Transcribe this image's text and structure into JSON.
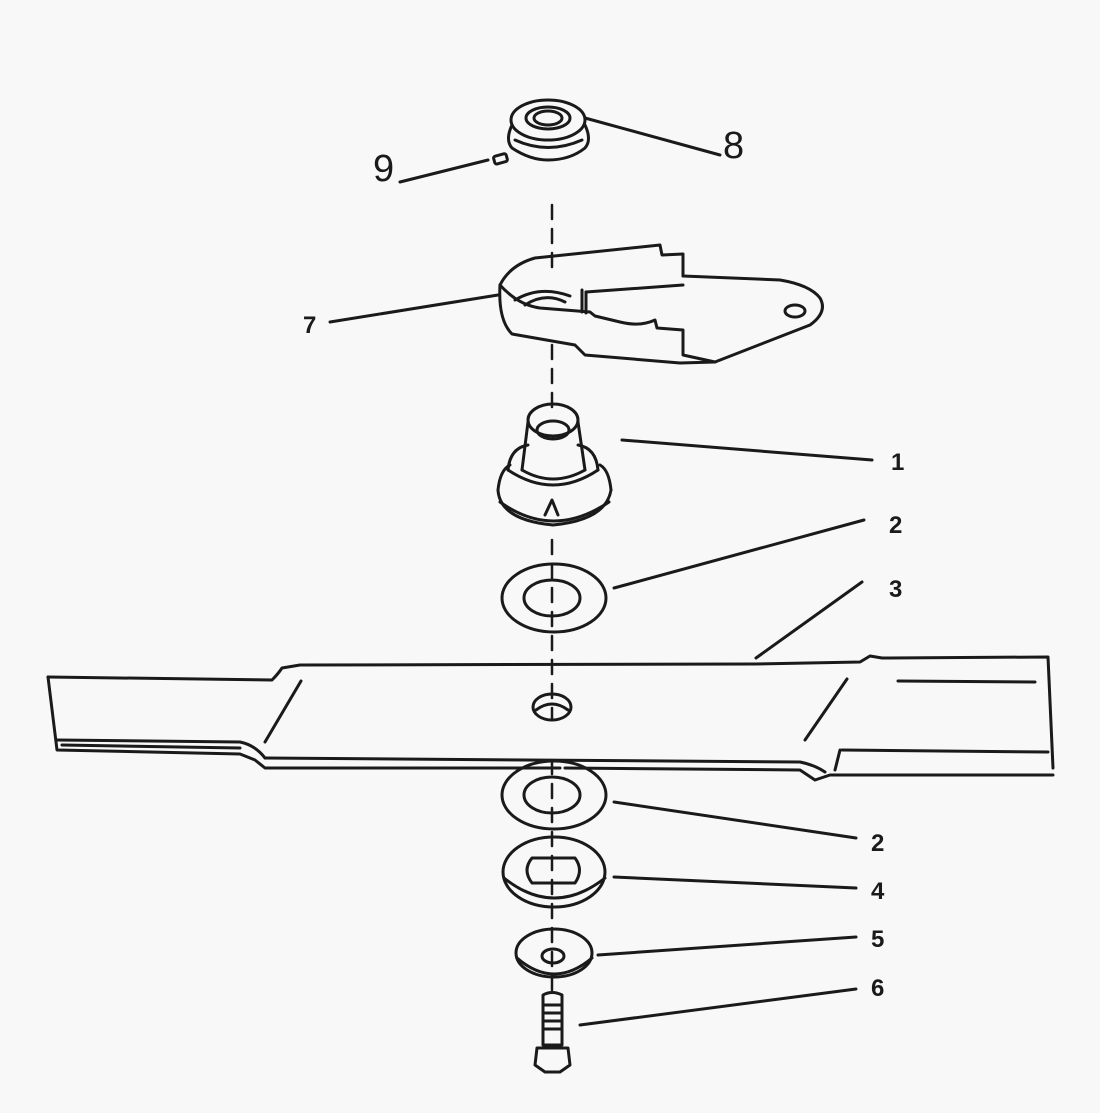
{
  "diagram": {
    "type": "exploded-parts-diagram",
    "subject": "mower blade assembly",
    "colors": {
      "background": "#f8f8f8",
      "ink": "#1a1a1a"
    },
    "callouts": [
      {
        "number": "1",
        "part": "blade adapter"
      },
      {
        "number": "2",
        "part": "washer (upper)"
      },
      {
        "number": "3",
        "part": "blade"
      },
      {
        "number": "2",
        "part": "washer (lower)"
      },
      {
        "number": "4",
        "part": "washer (oblong hole)"
      },
      {
        "number": "5",
        "part": "washer (small)"
      },
      {
        "number": "6",
        "part": "bolt"
      },
      {
        "number": "7",
        "part": "bracket / spindle arm"
      },
      {
        "number": "8",
        "part": "pulley / bearing"
      },
      {
        "number": "9",
        "part": "key"
      }
    ]
  }
}
